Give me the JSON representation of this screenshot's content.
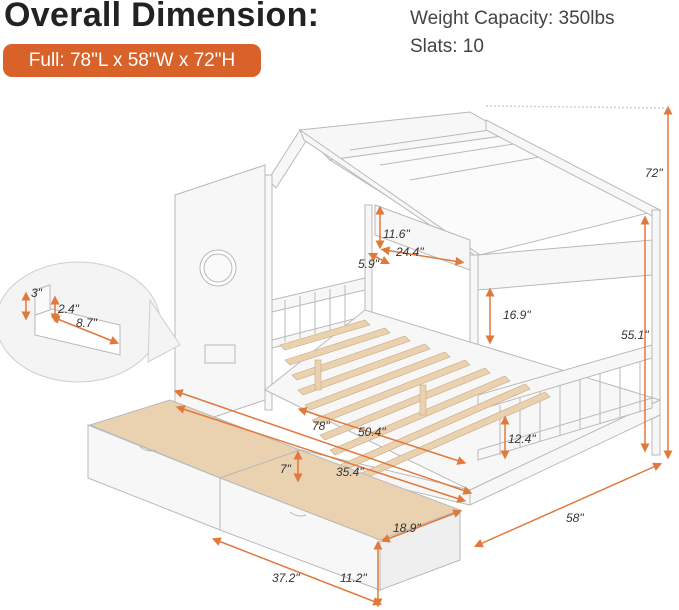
{
  "header": {
    "title": "Overall Dimension:",
    "size_badge": "Full:  78\"L x 58\"W x 72\"H",
    "weight_capacity": "Weight Capacity: 350lbs",
    "slats": "Slats: 10"
  },
  "colors": {
    "accent_orange": "#d9622a",
    "arrow_orange": "#e07a3c",
    "wood": "#ead2b0",
    "frame_white": "#f7f7f7",
    "outline_gray": "#b9b9b9"
  },
  "dimensions": {
    "height": "72\"",
    "window_h": "11.6\"",
    "shelf_w": "24.4\"",
    "shelf_d": "5.9\"",
    "shelf_clear": "16.9\"",
    "side_h": "55.1\"",
    "detail_a": "3\"",
    "detail_b": "2.4\"",
    "detail_c": "8.7\"",
    "length": "78\"",
    "inner_length": "50.4\"",
    "rail_h": "12.4\"",
    "drawer_d": "35.4\"",
    "drawer_h": "7\"",
    "drawer_in_w": "18.9\"",
    "width": "58\"",
    "drawer_w": "37.2\"",
    "drawer_full_h": "11.2\""
  }
}
